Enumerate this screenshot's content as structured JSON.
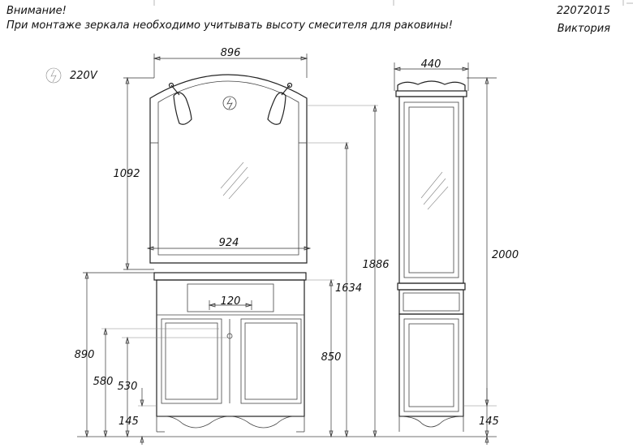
{
  "header": {
    "warning_title": "Внимание!",
    "warning_text": "При монтаже зеркала необходимо учитывать высоту смесителя для раковины!",
    "document_code": "22072015",
    "model_name": "Виктория"
  },
  "power": {
    "voltage": "220V",
    "icon": "electric-socket-icon"
  },
  "dimensions": {
    "mirror_width": "896",
    "mirror_height": "1092",
    "sink_width": "924",
    "pencil_case_width": "440",
    "socket_height": "1886",
    "pencil_case_height": "2000",
    "mirror_mount_height": "1634",
    "drawer_width": "120",
    "countertop_height": "890",
    "cabinet_height": "850",
    "pipe_height": "580",
    "drain_height": "530",
    "cabinet_plinth": "145",
    "pencil_case_plinth": "145"
  }
}
